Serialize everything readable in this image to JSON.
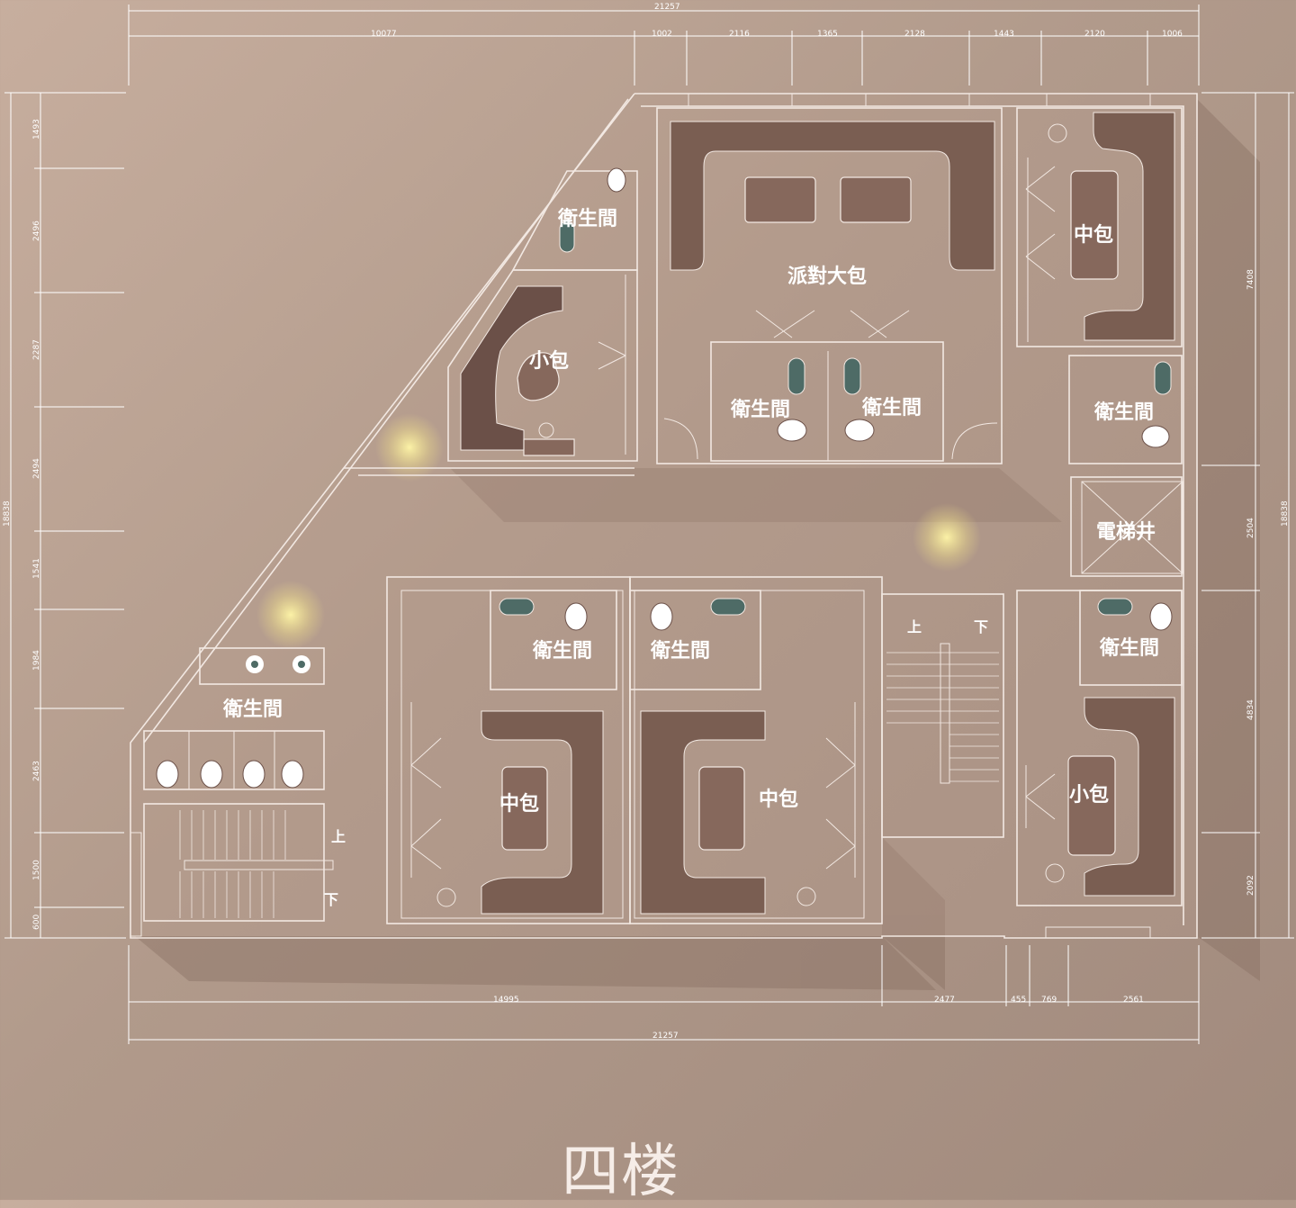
{
  "title": "四楼",
  "rooms": {
    "party_room": "派對大包",
    "small_room_left": "小包",
    "small_room_right": "小包",
    "medium_room_top_right": "中包",
    "medium_room_bottom_left": "中包",
    "medium_room_bottom_center": "中包",
    "elevator": "電梯井",
    "toilet": "衛生間",
    "public_toilet": "衛生間"
  },
  "stairs": {
    "up": "上",
    "down": "下"
  },
  "dimensions": {
    "top_total": "21257",
    "top_segments": [
      "10077",
      "1002",
      "2116",
      "1365",
      "2128",
      "1443",
      "2120",
      "1006"
    ],
    "bottom_total": "21257",
    "bottom_segments": [
      "14995",
      "2477",
      "455",
      "769",
      "2561"
    ],
    "left_total": "18838",
    "left_segments": [
      "1493",
      "2496",
      "2287",
      "2494",
      "1541",
      "1984",
      "2463",
      "1500",
      "600"
    ],
    "right_total": "18838",
    "right_segments": [
      "7408",
      "2504",
      "4834",
      "2092"
    ]
  }
}
